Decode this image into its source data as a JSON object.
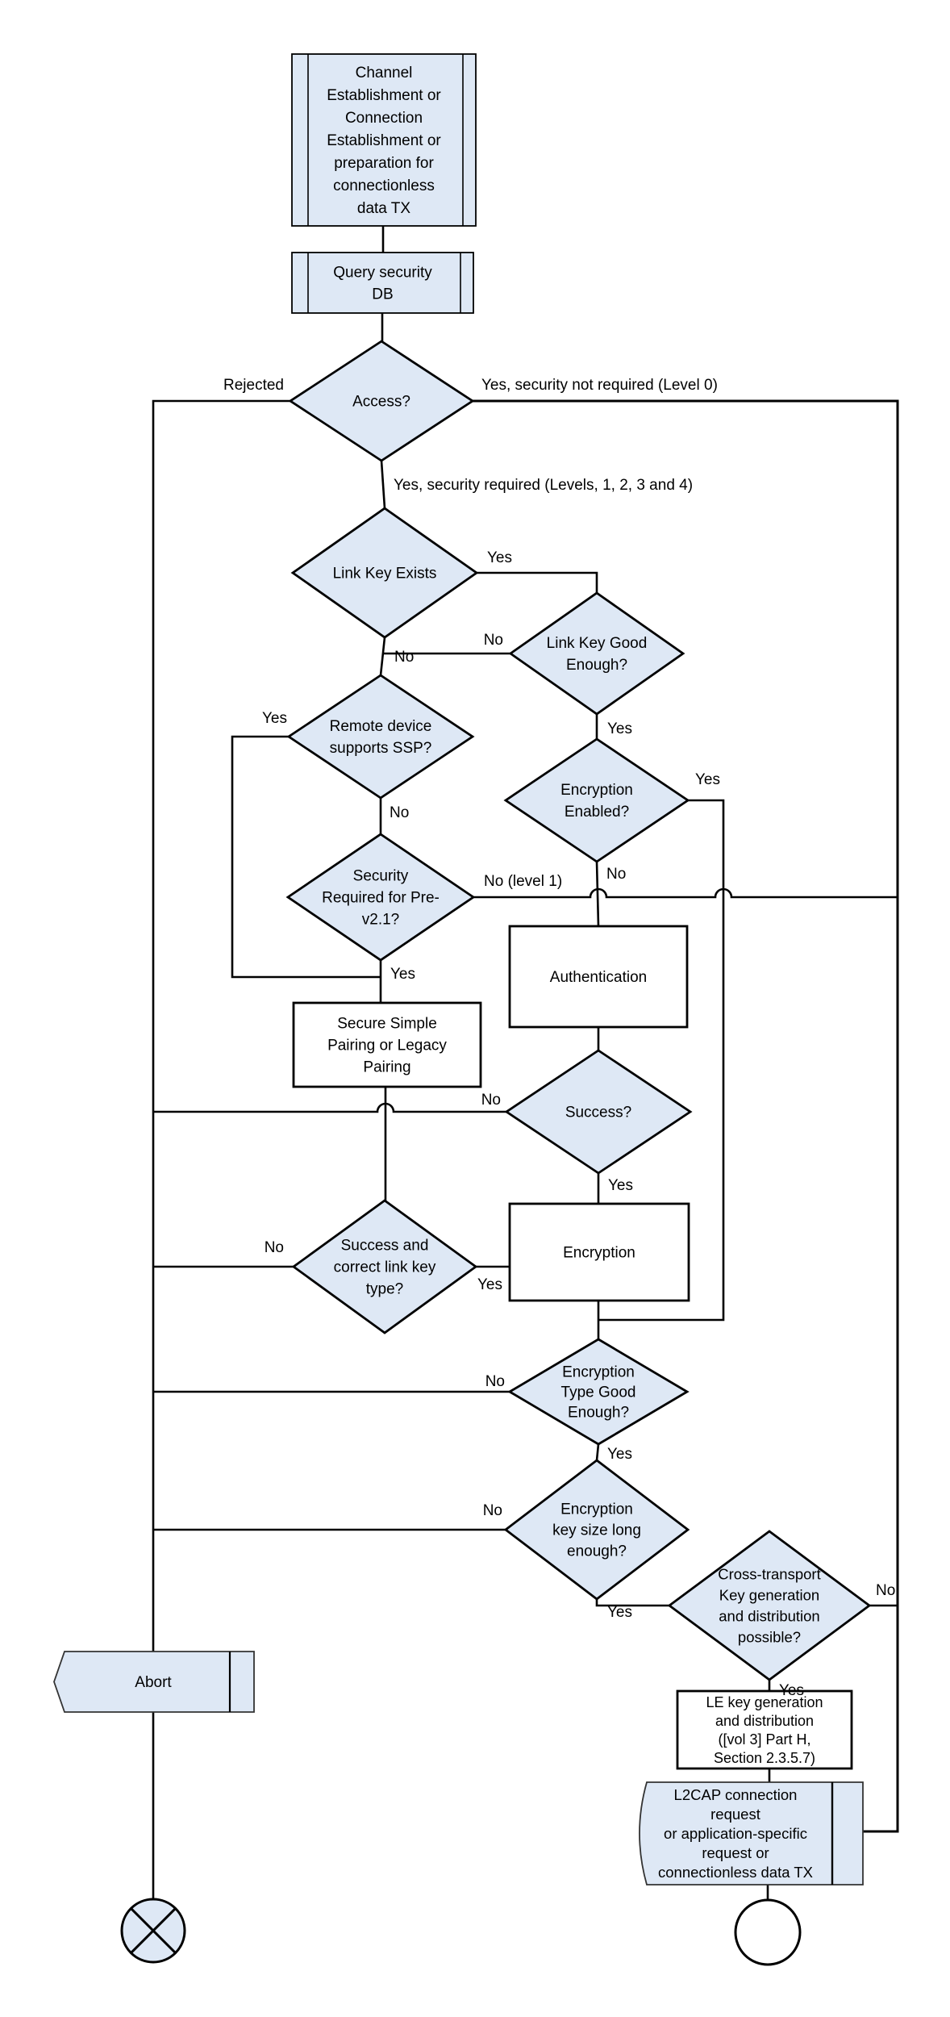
{
  "diagram": {
    "kind": "flowchart",
    "colors": {
      "node_fill": "#dee8f5",
      "white_fill": "#ffffff",
      "node_stroke": "#000000",
      "alt_stroke": "#333333",
      "line": "#000000"
    },
    "nodes": [
      {
        "id": "start",
        "shape": "predefined-process",
        "lines": [
          "Channel",
          "Establishment or",
          "Connection",
          "Establishment or",
          "preparation for",
          "connectionless",
          "data TX"
        ]
      },
      {
        "id": "query",
        "shape": "predefined-process",
        "lines": [
          "Query security",
          "DB"
        ]
      },
      {
        "id": "access",
        "shape": "decision",
        "lines": [
          "Access?"
        ]
      },
      {
        "id": "lke",
        "shape": "decision",
        "lines": [
          "Link Key Exists"
        ]
      },
      {
        "id": "lkge",
        "shape": "decision",
        "lines": [
          "Link Key Good",
          "Enough?"
        ]
      },
      {
        "id": "rdssp",
        "shape": "decision",
        "lines": [
          "Remote device",
          "supports SSP?"
        ]
      },
      {
        "id": "encen",
        "shape": "decision",
        "lines": [
          "Encryption",
          "Enabled?"
        ]
      },
      {
        "id": "secreq",
        "shape": "decision",
        "lines": [
          "Security",
          "Required for Pre-",
          "v2.1?"
        ]
      },
      {
        "id": "auth",
        "shape": "process",
        "lines": [
          "Authentication"
        ]
      },
      {
        "id": "ssp",
        "shape": "process",
        "lines": [
          "Secure Simple",
          "Pairing or Legacy",
          "Pairing"
        ]
      },
      {
        "id": "success",
        "shape": "decision",
        "lines": [
          "Success?"
        ]
      },
      {
        "id": "enc",
        "shape": "process",
        "lines": [
          "Encryption"
        ]
      },
      {
        "id": "succlk",
        "shape": "decision",
        "lines": [
          "Success and",
          "correct link key",
          "type?"
        ]
      },
      {
        "id": "enctype",
        "shape": "decision",
        "lines": [
          "Encryption",
          "Type Good",
          "Enough?"
        ]
      },
      {
        "id": "enckey",
        "shape": "decision",
        "lines": [
          "Encryption",
          "key size long",
          "enough?"
        ]
      },
      {
        "id": "cross",
        "shape": "decision",
        "lines": [
          "Cross-transport",
          "Key generation",
          "and distribution",
          "possible?"
        ]
      },
      {
        "id": "lekey",
        "shape": "process",
        "lines": [
          "LE key generation",
          "and distribution",
          "([vol 3] Part H,",
          "Section 2.3.5.7)"
        ]
      },
      {
        "id": "l2cap",
        "shape": "tagged-process",
        "lines": [
          "L2CAP connection",
          "request",
          "or application-specific",
          "request or",
          "connectionless data TX"
        ]
      },
      {
        "id": "abort",
        "shape": "flag",
        "lines": [
          "Abort"
        ]
      },
      {
        "id": "end_abort",
        "shape": "terminator-x",
        "lines": []
      },
      {
        "id": "end_ok",
        "shape": "terminator",
        "lines": []
      }
    ],
    "edge_labels": [
      {
        "id": "rejected",
        "text": "Rejected"
      },
      {
        "id": "level0",
        "text": "Yes, security not required (Level 0)"
      },
      {
        "id": "seclevels",
        "text": "Yes, security required (Levels, 1, 2, 3 and 4)"
      },
      {
        "id": "lke_yes",
        "text": "Yes"
      },
      {
        "id": "lke_no",
        "text": "No"
      },
      {
        "id": "lkge_no",
        "text": "No"
      },
      {
        "id": "lkge_yes",
        "text": "Yes"
      },
      {
        "id": "rdssp_yes",
        "text": "Yes"
      },
      {
        "id": "rdssp_no",
        "text": "No"
      },
      {
        "id": "encen_yes",
        "text": "Yes"
      },
      {
        "id": "encen_no",
        "text": "No"
      },
      {
        "id": "seclvl1",
        "text": "No (level 1)"
      },
      {
        "id": "secreq_yes",
        "text": "Yes"
      },
      {
        "id": "success_no",
        "text": "No"
      },
      {
        "id": "success_yes",
        "text": "Yes"
      },
      {
        "id": "succlk_no",
        "text": "No"
      },
      {
        "id": "succlk_yes",
        "text": "Yes"
      },
      {
        "id": "enctype_no",
        "text": "No"
      },
      {
        "id": "enctype_yes",
        "text": "Yes"
      },
      {
        "id": "enckey_no",
        "text": "No"
      },
      {
        "id": "enckey_yes",
        "text": "Yes"
      },
      {
        "id": "cross_no",
        "text": "No"
      },
      {
        "id": "cross_yes",
        "text": "Yes"
      }
    ]
  }
}
